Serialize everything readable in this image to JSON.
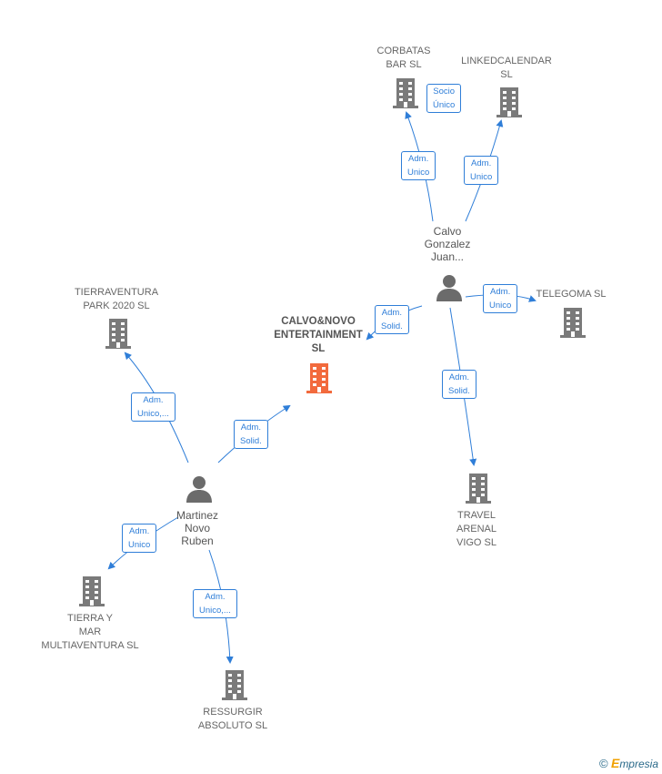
{
  "colors": {
    "company": "#7a7a7a",
    "main_company": "#f26a3d",
    "person": "#6b6b6b",
    "edge": "#2f7ed8"
  },
  "companies": [
    {
      "id": "corbatas",
      "label": "CORBATAS\nBAR  SL"
    },
    {
      "id": "linkedcalendar",
      "label": "LINKEDCALENDAR\nSL"
    },
    {
      "id": "telegoma",
      "label": "TELEGOMA  SL"
    },
    {
      "id": "calvonovo",
      "label": "CALVO&NOVO\nENTERTAINMENT\nSL",
      "main": true
    },
    {
      "id": "tierraventura",
      "label": "TIERRAVENTURA\nPARK 2020  SL"
    },
    {
      "id": "travel",
      "label": "TRAVEL\nARENAL\nVIGO  SL"
    },
    {
      "id": "tierraymar",
      "label": "TIERRA Y\nMAR\nMULTIAVENTURA SL"
    },
    {
      "id": "ressurgir",
      "label": "RESSURGIR\nABSOLUTO SL"
    }
  ],
  "persons": [
    {
      "id": "calvo",
      "label": "Calvo\nGonzalez\nJuan..."
    },
    {
      "id": "martinez",
      "label": "Martinez\nNovo\nRuben"
    }
  ],
  "edges": [
    {
      "id": "calvo-corbatas",
      "label": "Adm.\nUnico"
    },
    {
      "id": "corbatas-socio",
      "label": "Socio\nÚnico"
    },
    {
      "id": "calvo-linked",
      "label": "Adm.\nUnico"
    },
    {
      "id": "calvo-telegoma",
      "label": "Adm.\nUnico"
    },
    {
      "id": "calvo-calvonovo",
      "label": "Adm.\nSolid."
    },
    {
      "id": "calvo-travel",
      "label": "Adm.\nSolid."
    },
    {
      "id": "martinez-tierraventura",
      "label": "Adm.\nUnico,..."
    },
    {
      "id": "martinez-calvonovo",
      "label": "Adm.\nSolid."
    },
    {
      "id": "martinez-tierraymar",
      "label": "Adm.\nUnico"
    },
    {
      "id": "martinez-ressurgir",
      "label": "Adm.\nUnico,..."
    }
  ],
  "footer": {
    "copyright": "©",
    "brand_e": "E",
    "brand_rest": "mpresia"
  }
}
